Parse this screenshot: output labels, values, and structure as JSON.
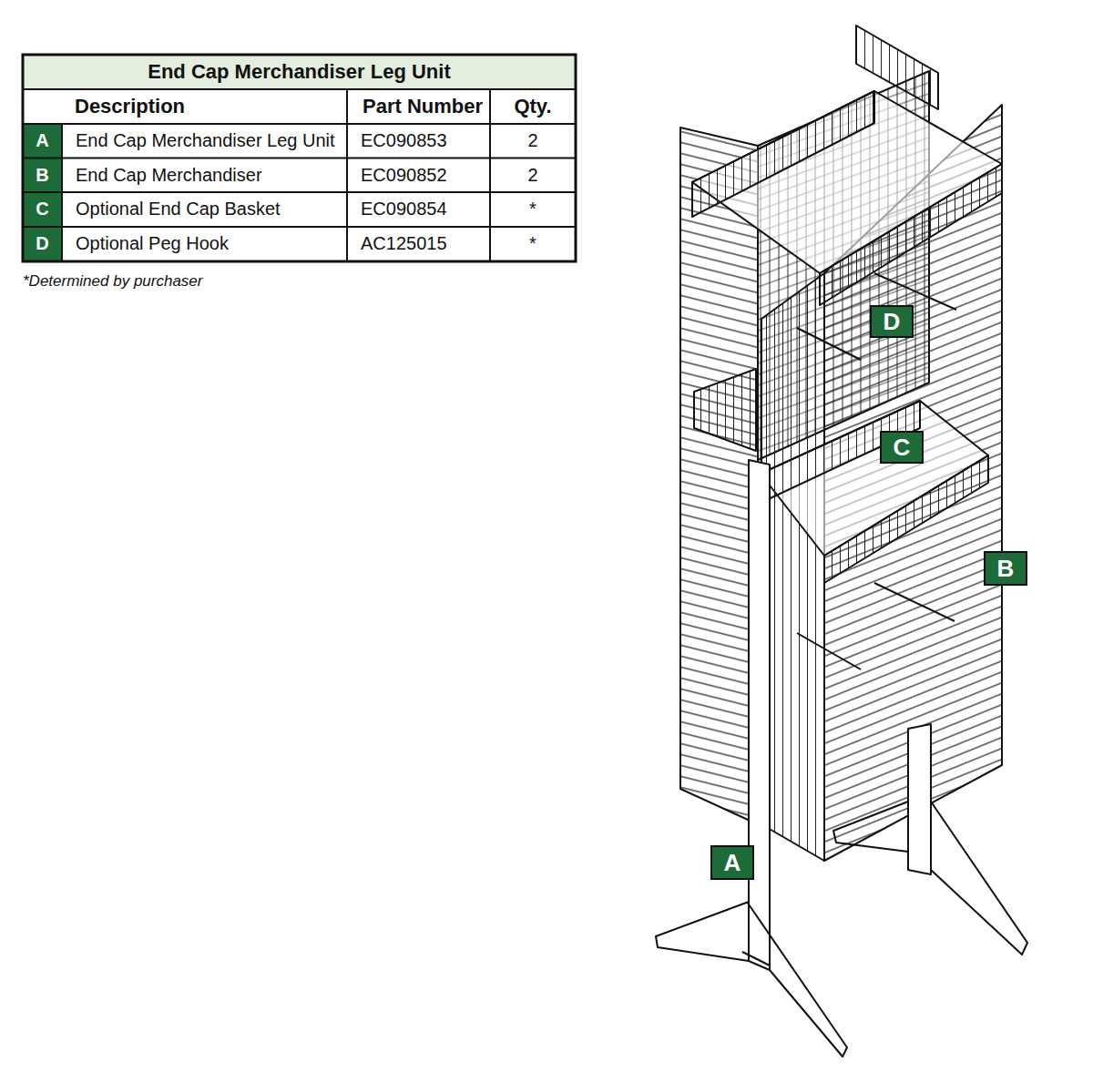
{
  "diagram": {
    "title": "End Cap Merchandiser Leg Unit",
    "labels": [
      "Description",
      "Part Number",
      "Qty.",
      "A",
      "End Cap Merchandiser Leg Unit",
      "EC090853",
      "2",
      "B",
      "End Cap Merchandiser",
      "EC090852",
      "2",
      "C",
      "Optional End Cap Basket",
      "EC090854",
      "*",
      "D",
      "Optional Peg Hook",
      "AC125015",
      "*",
      "*Determined by purchaser",
      "D",
      "C",
      "B",
      "A"
    ]
  }
}
